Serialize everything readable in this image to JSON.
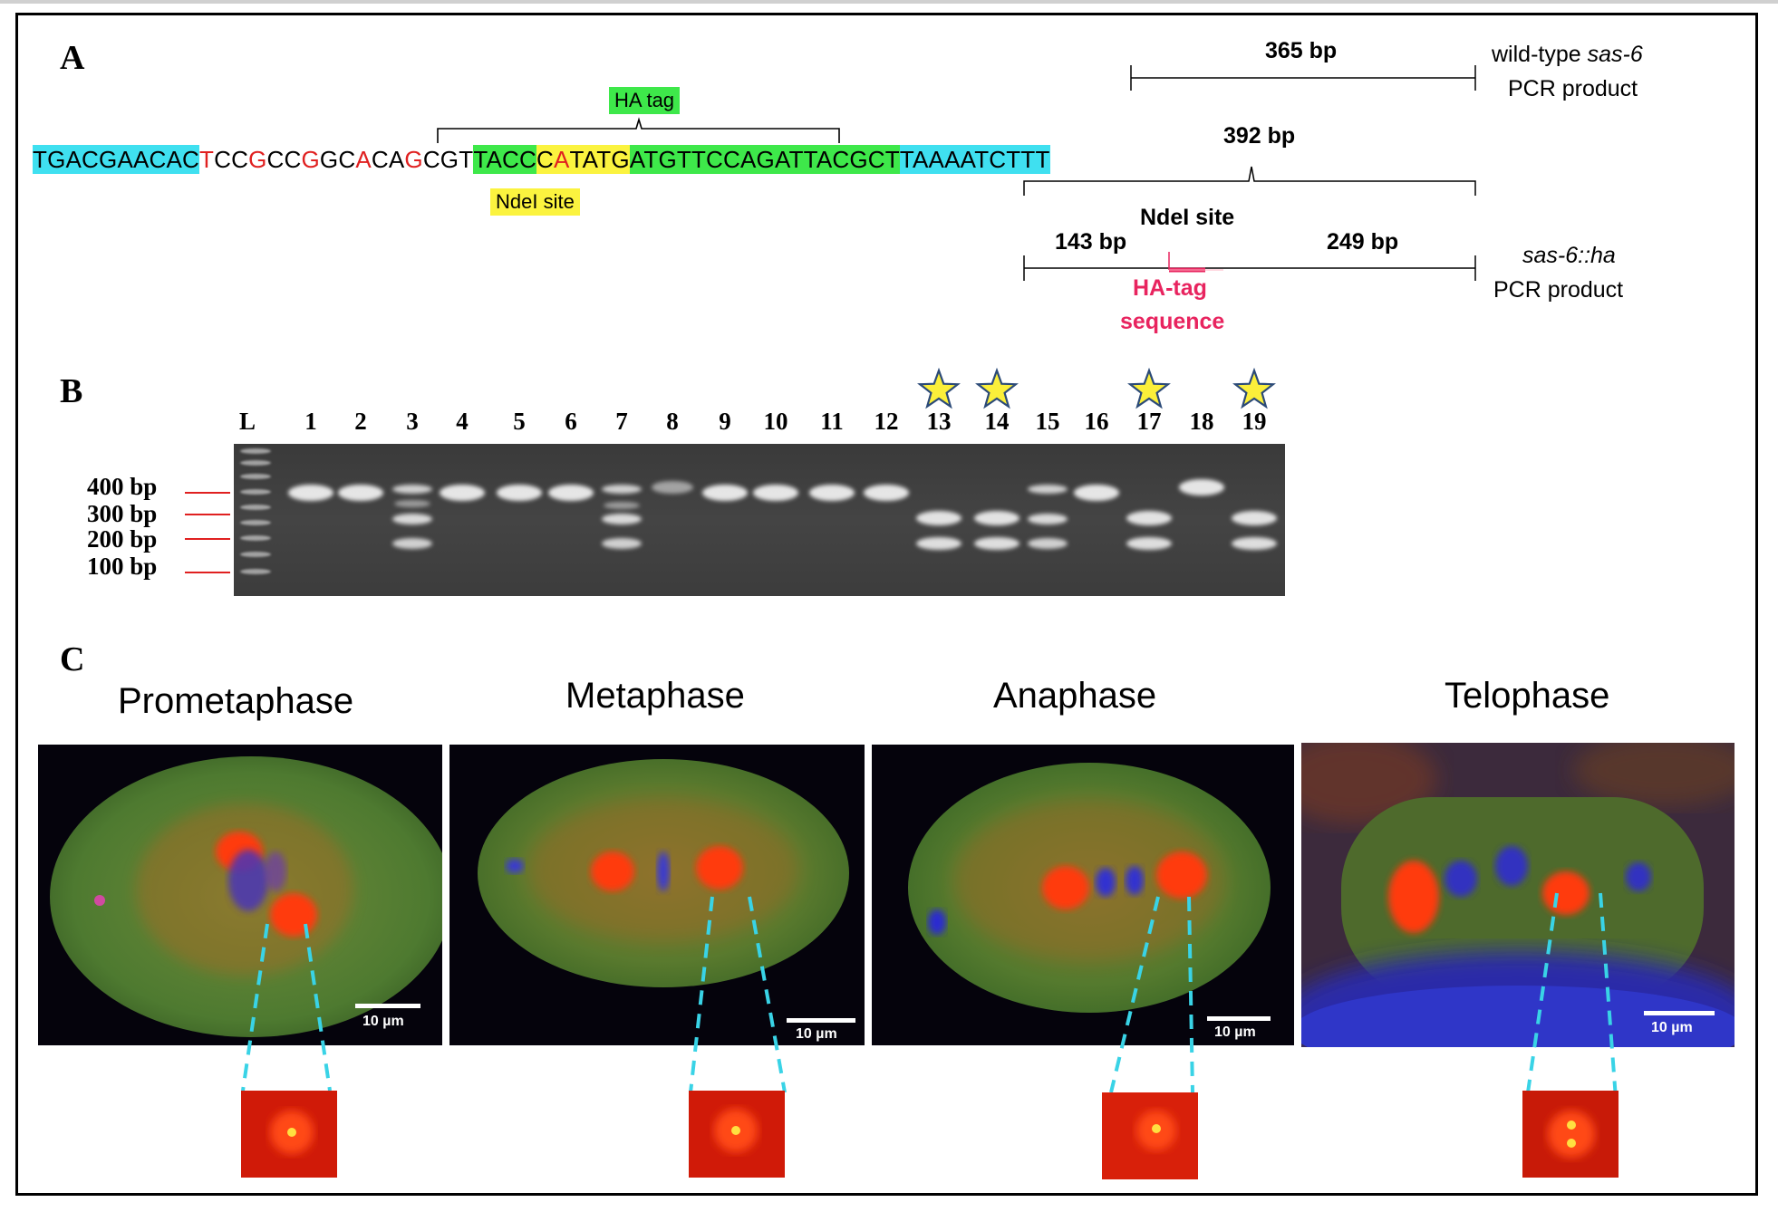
{
  "panels": {
    "a": "A",
    "b": "B",
    "c": "C"
  },
  "sequence": {
    "parts": [
      {
        "text": "TGACGAACAC",
        "hl": "cyan",
        "red": false
      },
      {
        "text": "T",
        "hl": "none",
        "red": true
      },
      {
        "text": "CC",
        "hl": "none",
        "red": false
      },
      {
        "text": "G",
        "hl": "none",
        "red": true
      },
      {
        "text": "CC",
        "hl": "none",
        "red": false
      },
      {
        "text": "G",
        "hl": "none",
        "red": true
      },
      {
        "text": "GC",
        "hl": "none",
        "red": false
      },
      {
        "text": "A",
        "hl": "none",
        "red": true
      },
      {
        "text": "CA",
        "hl": "none",
        "red": false
      },
      {
        "text": "G",
        "hl": "none",
        "red": true
      },
      {
        "text": "CGT",
        "hl": "none",
        "red": false
      },
      {
        "text": "TACC",
        "hl": "green",
        "red": false
      },
      {
        "text": "C",
        "hl": "yellow",
        "red": false
      },
      {
        "text": "A",
        "hl": "yellow",
        "red": true
      },
      {
        "text": "TATG",
        "hl": "yellow",
        "red": false
      },
      {
        "text": "ATGTTCCAGATTACGCT",
        "hl": "green",
        "red": false
      },
      {
        "text": "TAAAATCTTT",
        "hl": "cyan",
        "red": false
      }
    ],
    "ha_tag_label": "HA tag",
    "ndei_site_label": "NdeI site"
  },
  "diagram": {
    "wt_size": "365 bp",
    "wt_label_line1_prefix": "wild-type ",
    "wt_label_line1_italic": "sas-6",
    "wt_label_line2": "PCR product",
    "ha_total": "392 bp",
    "ndei_site": "NdeI site",
    "frag_left": "143 bp",
    "frag_right": "249 bp",
    "ha_label_line1_italic": "sas-6::ha",
    "ha_label_line2": "PCR product",
    "ha_seq_line1": "HA-tag",
    "ha_seq_line2": "sequence"
  },
  "gel": {
    "ladder_label": "L",
    "lanes": [
      "1",
      "2",
      "3",
      "4",
      "5",
      "6",
      "7",
      "8",
      "9",
      "10",
      "11",
      "12",
      "13",
      "14",
      "15",
      "16",
      "17",
      "18",
      "19"
    ],
    "starred_lanes": [
      "13",
      "14",
      "17",
      "19"
    ],
    "size_markers": [
      "400 bp",
      "300 bp",
      "200 bp",
      "100 bp"
    ]
  },
  "microscopy": {
    "phases": [
      "Prometaphase",
      "Metaphase",
      "Anaphase",
      "Telophase"
    ],
    "scale": "10 µm"
  },
  "colors": {
    "cyan_highlight": "#3fe0f0",
    "green_highlight": "#3ee84a",
    "yellow_highlight": "#fbf33f",
    "red_base": "#e02020",
    "ha_tag_pink": "#e8245f",
    "marker_line_red": "#e02020",
    "zoom_line_cyan": "#39d3e6",
    "star_fill": "#fbef3a",
    "star_stroke": "#2b4a78"
  }
}
